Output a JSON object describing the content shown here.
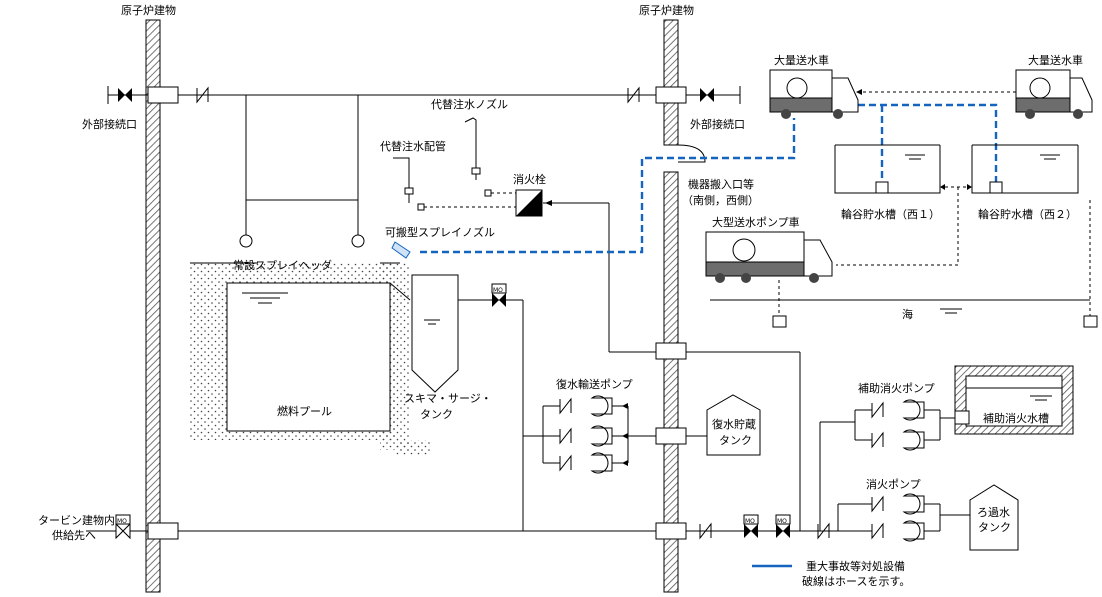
{
  "labels": {
    "reactor_building_left": "原子炉建物",
    "reactor_building_right": "原子炉建物",
    "ext_connection_left": "外部接続口",
    "ext_connection_right": "外部接続口",
    "alt_nozzle": "代替注水ノズル",
    "alt_pipe": "代替注水配管",
    "hydrant": "消火栓",
    "portable_spray_nozzle": "可搬型スプレイノズル",
    "spray_header": "常設スプレイヘッダ",
    "fuel_pool": "燃料プール",
    "skimmer_tank_1": "スキマ・サージ・",
    "skimmer_tank_2": "タンク",
    "equipment_entrance_1": "機器搬入口等",
    "equipment_entrance_2": "（南側，西側）",
    "mass_water_truck_1": "大量送水車",
    "mass_water_truck_2": "大量送水車",
    "large_pump_truck": "大型送水ポンプ車",
    "wadani_tank_west1": "輪谷貯水槽（西１）",
    "wadani_tank_west2": "輪谷貯水槽（西２）",
    "sea": "海",
    "condensate_pump": "復水輸送ポンプ",
    "condensate_tank_1": "復水貯蔵",
    "condensate_tank_2": "タンク",
    "aux_fire_pump": "補助消火ポンプ",
    "aux_fire_tank": "補助消火水槽",
    "fire_pump": "消火ポンプ",
    "filter_tank_1": "ろ過水",
    "filter_tank_2": "タンク",
    "turbine_supply_1": "タービン建物内",
    "turbine_supply_2": "供給先へ",
    "mo": "MO",
    "legend_sa": "重大事故等対処設備",
    "legend_hose": "破線はホースを示す。"
  },
  "colors": {
    "hose": "#1565c0",
    "line": "#000000",
    "truck_body": "#6d6d6d"
  }
}
